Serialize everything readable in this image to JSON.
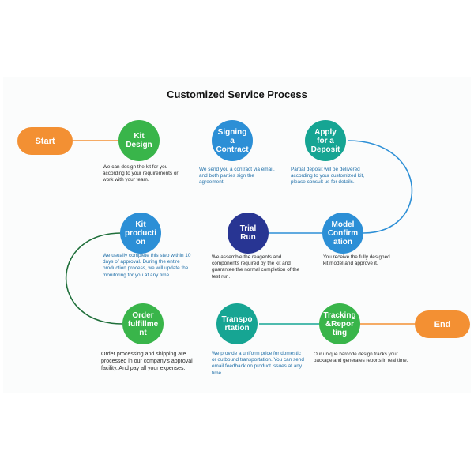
{
  "title": "Customized Service Process",
  "colors": {
    "orange": "#f39033",
    "green": "#39b54a",
    "blue": "#2c8fd6",
    "teal": "#16a593",
    "navy": "#283593"
  },
  "terminals": {
    "start": "Start",
    "end": "End"
  },
  "steps": [
    {
      "label": "Kit\nDesign",
      "desc": "We can design the kit for you according to your requirements or work with your team."
    },
    {
      "label": "Signing\na\nContract",
      "desc": "We send you a contract via email, and both parties sign the agreement."
    },
    {
      "label": "Apply\nfor a\nDeposit",
      "desc": "Partial deposit will be delivered according to your customized kit, please consult us for details."
    },
    {
      "label": "Model\nConfirm\nation",
      "desc": "You receive the fully designed kit model and approve it."
    },
    {
      "label": "Trial\nRun",
      "desc": "We assemble the reagents and components required by the kit and guarantee the normal completion of the test run."
    },
    {
      "label": "Kit\nproducti\non",
      "desc": "We usually complete this step within 10 days of approval. During the entire production process, we will update the monitoring for you at any time."
    },
    {
      "label": "Order\nfulfillme\nnt",
      "desc": "Order processing and shipping are processed in our company's approval facility. And pay all your expenses."
    },
    {
      "label": "Transpo\nrtation",
      "desc": "We provide a uniform price for domestic or outbound transportation. You can send email feedback on product issues at any time."
    },
    {
      "label": "Tracking\n&Repor\nting",
      "desc": "Our unique barcode design tracks your package and generates reports in real time."
    }
  ]
}
